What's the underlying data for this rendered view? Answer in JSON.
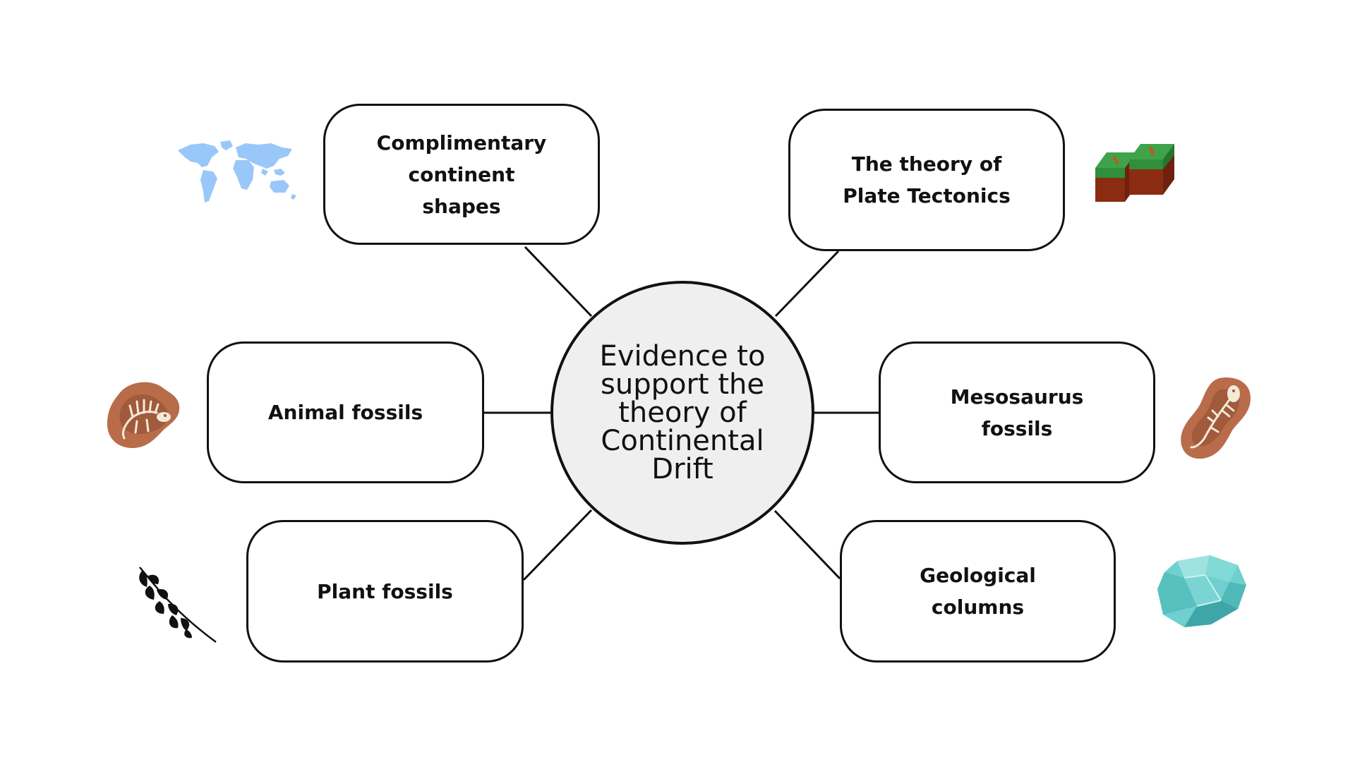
{
  "center": {
    "lines": [
      "Evidence to",
      "support the",
      "theory of",
      "Continental",
      "Drift"
    ]
  },
  "nodes": [
    {
      "id": "continent-shapes",
      "lines": [
        "Complimentary",
        "continent",
        "shapes"
      ],
      "icon": "world-map-icon"
    },
    {
      "id": "plate-tectonics",
      "lines": [
        "The theory of",
        "Plate Tectonics"
      ],
      "icon": "tectonic-plates-icon"
    },
    {
      "id": "animal-fossils",
      "lines": [
        "Animal fossils"
      ],
      "icon": "dinosaur-fossil-icon"
    },
    {
      "id": "mesosaurus-fossils",
      "lines": [
        "Mesosaurus",
        "fossils"
      ],
      "icon": "mesosaurus-fossil-icon"
    },
    {
      "id": "plant-fossils",
      "lines": [
        "Plant fossils"
      ],
      "icon": "fern-leaf-icon"
    },
    {
      "id": "geological-columns",
      "lines": [
        "Geological",
        "columns"
      ],
      "icon": "crystal-rock-icon"
    }
  ],
  "colors": {
    "outline": "#111111",
    "hub_fill": "#efefef",
    "map": "#99c7f9",
    "fossil": "#b86c4a",
    "bone": "#f3ead8",
    "plate_green": "#2f8f3a",
    "plate_soil": "#8b2b12",
    "crystal": "#6fd0cf"
  }
}
